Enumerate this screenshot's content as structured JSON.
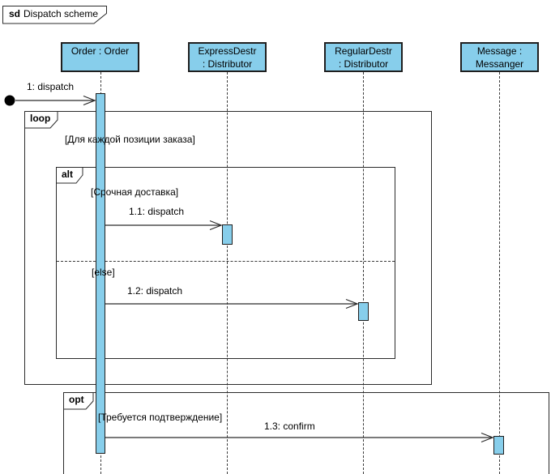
{
  "diagram": {
    "operator": "sd",
    "title": "Dispatch scheme"
  },
  "lifelines": [
    {
      "label": "Order : Order"
    },
    {
      "label": "ExpressDestr\n: Distributor"
    },
    {
      "label": "RegularDestr\n: Distributor"
    },
    {
      "label": "Message :\nMessanger"
    }
  ],
  "fragments": {
    "loop": {
      "operator": "loop",
      "guard": "[Для каждой позиции заказа]"
    },
    "alt": {
      "operator": "alt",
      "guard1": "[Срочная доставка]",
      "guard2": "[else]"
    },
    "opt": {
      "operator": "opt",
      "guard": "[Требуется подтверждение]"
    }
  },
  "messages": {
    "m1": {
      "label": "1: dispatch"
    },
    "m11": {
      "label": "1.1: dispatch"
    },
    "m12": {
      "label": "1.2: dispatch"
    },
    "m13": {
      "label": "1.3: confirm"
    }
  },
  "colors": {
    "fill": "#87CEEB",
    "border": "#1F1F1F"
  }
}
